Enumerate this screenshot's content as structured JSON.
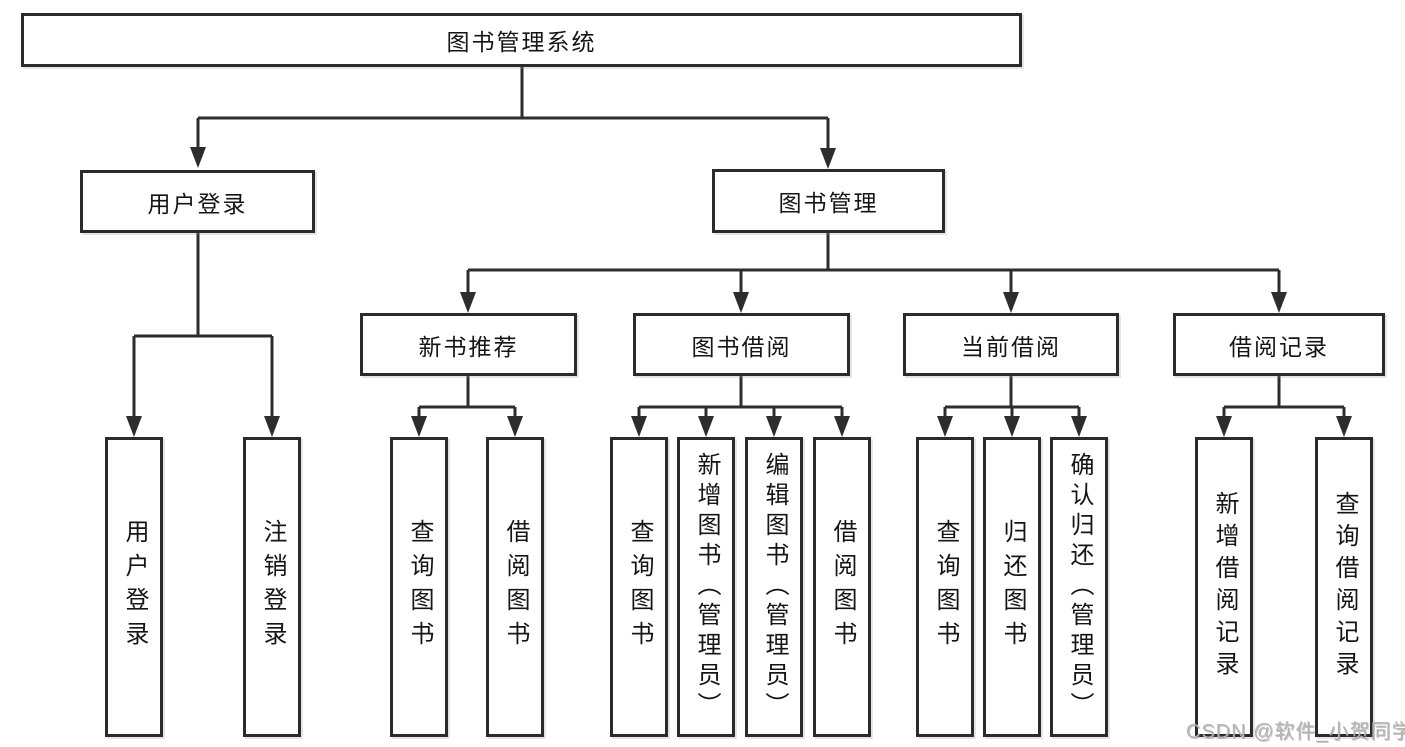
{
  "tree": {
    "root": "图书管理系统",
    "children": [
      {
        "label": "用户登录",
        "children": [
          "用户登录",
          "注销登录"
        ]
      },
      {
        "label": "图书管理",
        "children": [
          {
            "label": "新书推荐",
            "children": [
              "查询图书",
              "借阅图书"
            ]
          },
          {
            "label": "图书借阅",
            "children": [
              "查询图书",
              "新增图书（管理员）",
              "编辑图书（管理员）",
              "借阅图书"
            ]
          },
          {
            "label": "当前借阅",
            "children": [
              "查询图书",
              "归还图书",
              "确认归还（管理员）"
            ]
          },
          {
            "label": "借阅记录",
            "children": [
              "新增借阅记录",
              "查询借阅记录"
            ]
          }
        ]
      }
    ]
  },
  "watermark": {
    "text": "CSDN @软件_小贺同学"
  },
  "colors": {
    "background": "#ffffff",
    "line": "#2d2d2d",
    "box_border": "#2b2b2b",
    "text": "#151515",
    "watermark": "#b4b4b4"
  }
}
